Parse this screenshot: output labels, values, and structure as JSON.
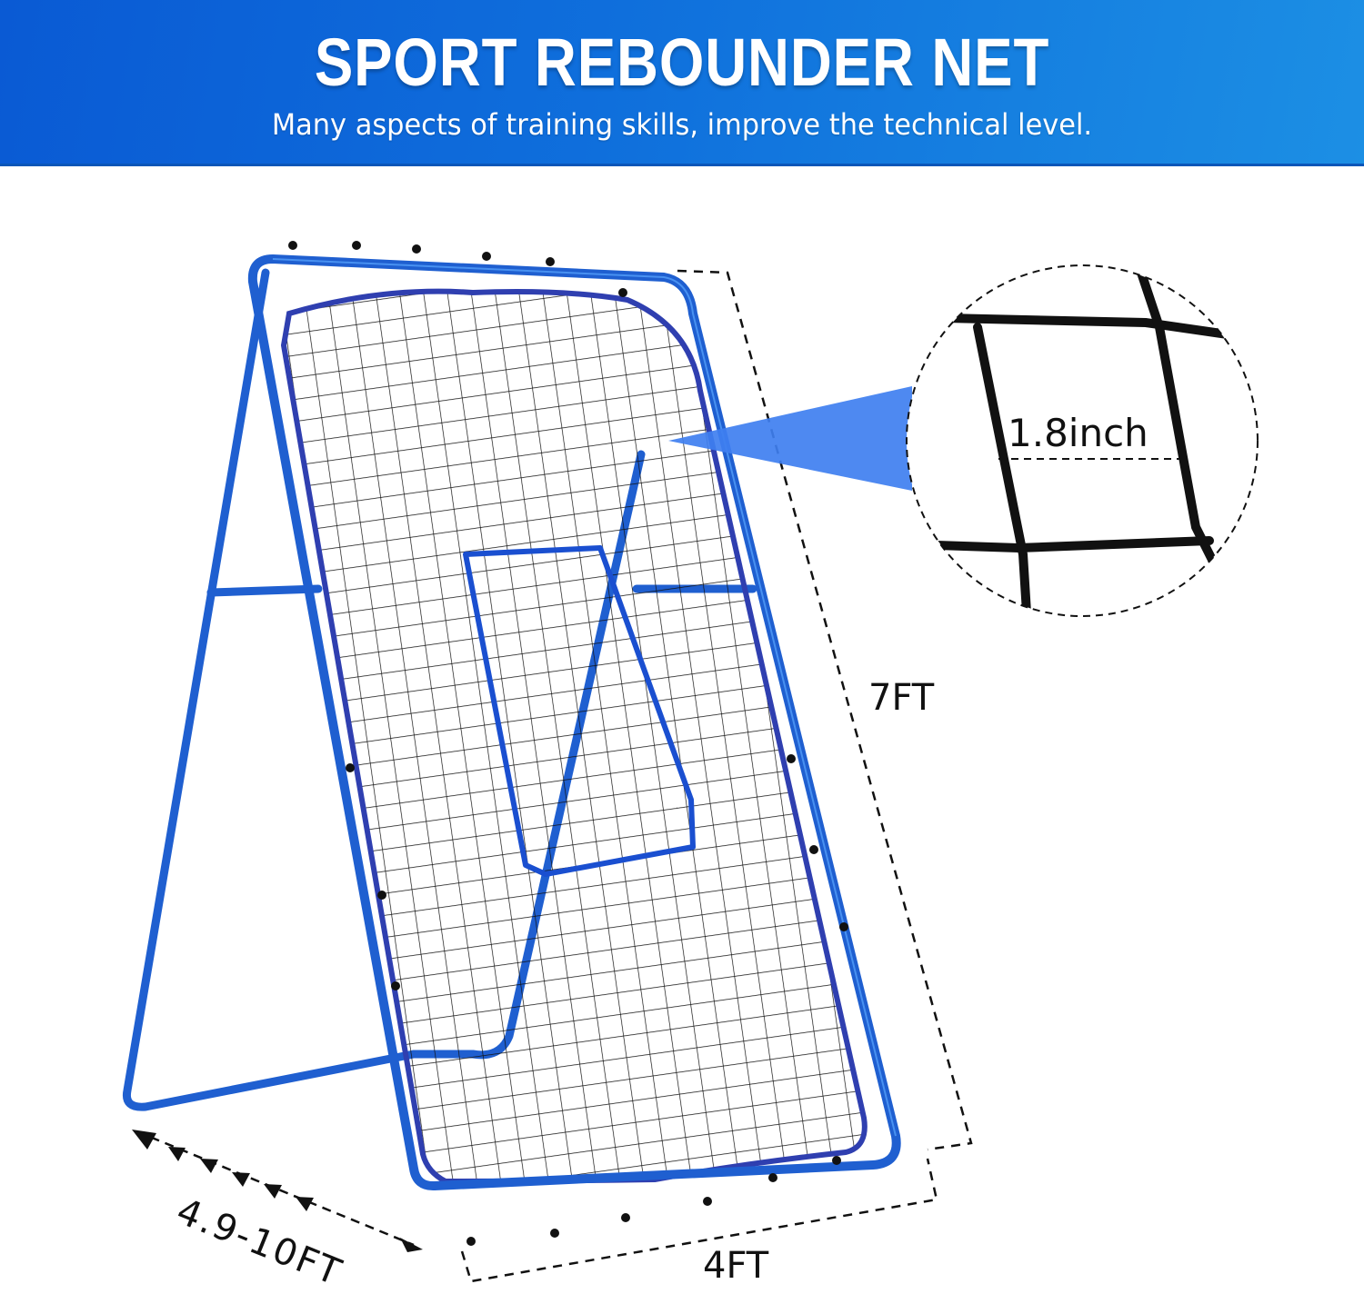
{
  "header": {
    "title": "SPORT REBOUNDER NET",
    "subtitle": "Many aspects of training skills, improve the technical level.",
    "gradient_start": "#0a5ad4",
    "gradient_end": "#1c8fe4"
  },
  "product": {
    "name": "rebounder-net-frame",
    "frame_color": "#1f5fd0",
    "net_color": "#111111",
    "border_strap_color": "#2f3fb0"
  },
  "dimensions": {
    "height_label": "7FT",
    "width_label": "4FT",
    "depth_label": "4.9-10FT"
  },
  "mesh_detail": {
    "size_label": "1.8inch",
    "beam_color": "#3f7ff0"
  }
}
